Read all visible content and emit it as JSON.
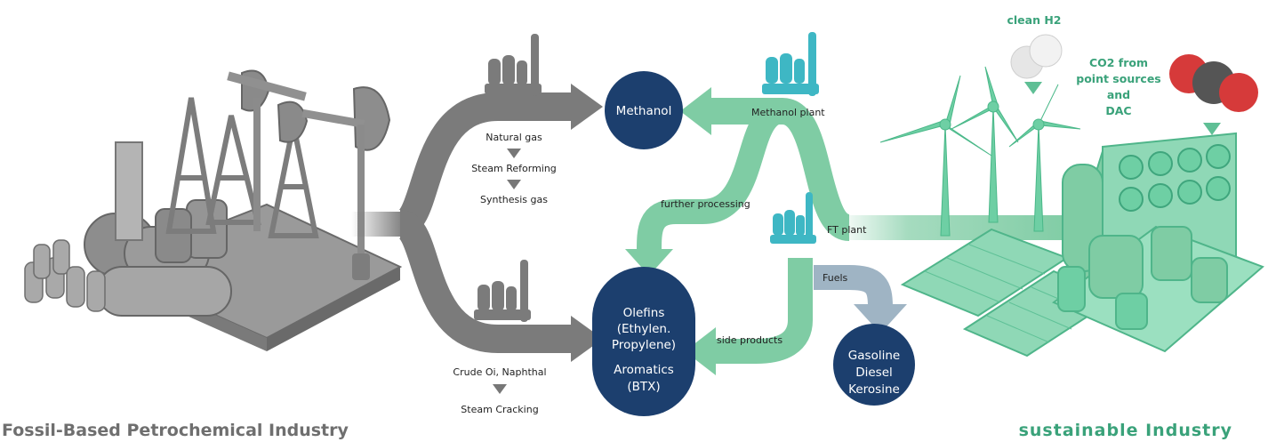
{
  "colors": {
    "fossil_gray": "#7b7b7b",
    "fossil_footer": "#6f6f6f",
    "green": "#7fcca4",
    "green_text": "#3aa27a",
    "teal_icon": "#3eb7c4",
    "navy": "#1c3f6e",
    "fuel_blue": "#9fb4c4"
  },
  "fossil": {
    "methanol_route": {
      "steps": [
        "Natural gas",
        "Steam Reforming",
        "Synthesis gas"
      ]
    },
    "olefins_route": {
      "steps": [
        "Crude Oi, Naphthal",
        "Steam Cracking"
      ]
    },
    "footer": "Fossil-Based Petrochemical Industry"
  },
  "products": {
    "methanol": "Methanol",
    "olefins": [
      "Olefins",
      "(Ethylen.",
      "Propylene)"
    ],
    "aromatics": [
      "Aromatics",
      "(BTX)"
    ],
    "fuels_node": [
      "Gasoline",
      "Diesel",
      "Kerosine"
    ]
  },
  "sustainable": {
    "methanol_plant": "Methanol plant",
    "ft_plant": "FT plant",
    "further_processing": "further processing",
    "side_products": "side products",
    "fuels": "Fuels",
    "h2": "clean H2",
    "co2": [
      "CO2 from",
      "point sources",
      "and",
      "DAC"
    ],
    "footer": "sustainable  Industry"
  },
  "icons": [
    "plant-icon",
    "oil-pump-icon",
    "wind-turbine-icon",
    "solar-panel-icon",
    "h2-molecule-icon",
    "co2-molecule-icon",
    "down-triangle-icon"
  ]
}
